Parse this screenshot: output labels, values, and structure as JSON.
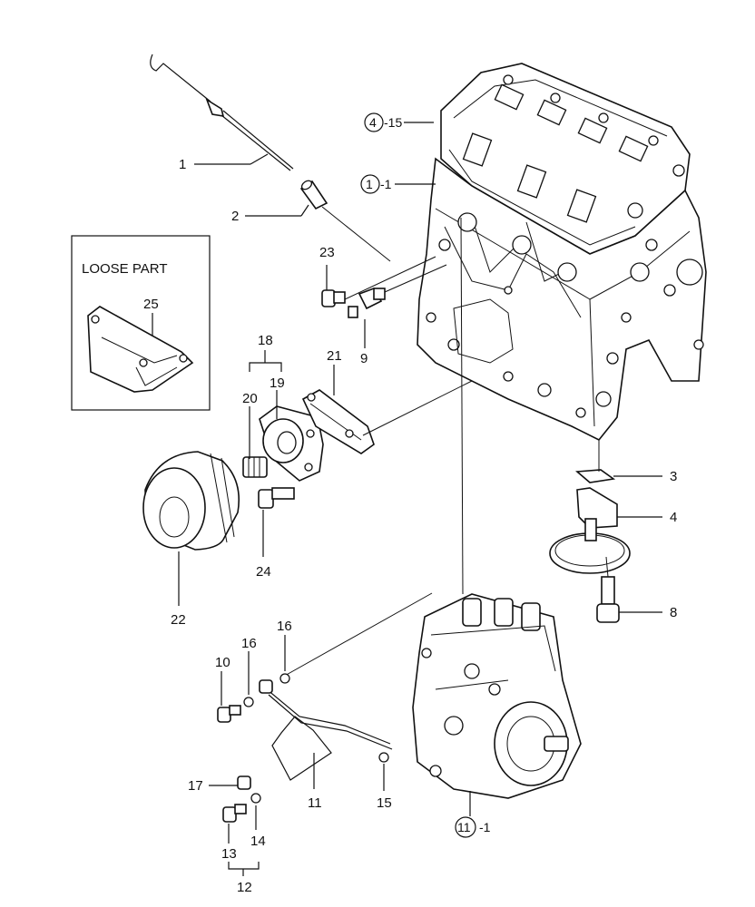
{
  "inset": {
    "title": "LOOSE PART",
    "part": "25"
  },
  "callouts": {
    "c1": "1",
    "c2": "2",
    "c3": "3",
    "c4": "4",
    "c8": "8",
    "c9": "9",
    "c10": "10",
    "c11": "11",
    "c12": "12",
    "c13": "13",
    "c14": "14",
    "c15": "15",
    "c16a": "16",
    "c16b": "16",
    "c17": "17",
    "c18": "18",
    "c19": "19",
    "c20": "20",
    "c21": "21",
    "c22": "22",
    "c23": "23",
    "c24": "24"
  },
  "refs": {
    "head": {
      "circle": "4",
      "suffix": "-15"
    },
    "block": {
      "circle": "1",
      "suffix": "-1"
    },
    "pump": {
      "circle": "11",
      "suffix": "-1"
    }
  }
}
